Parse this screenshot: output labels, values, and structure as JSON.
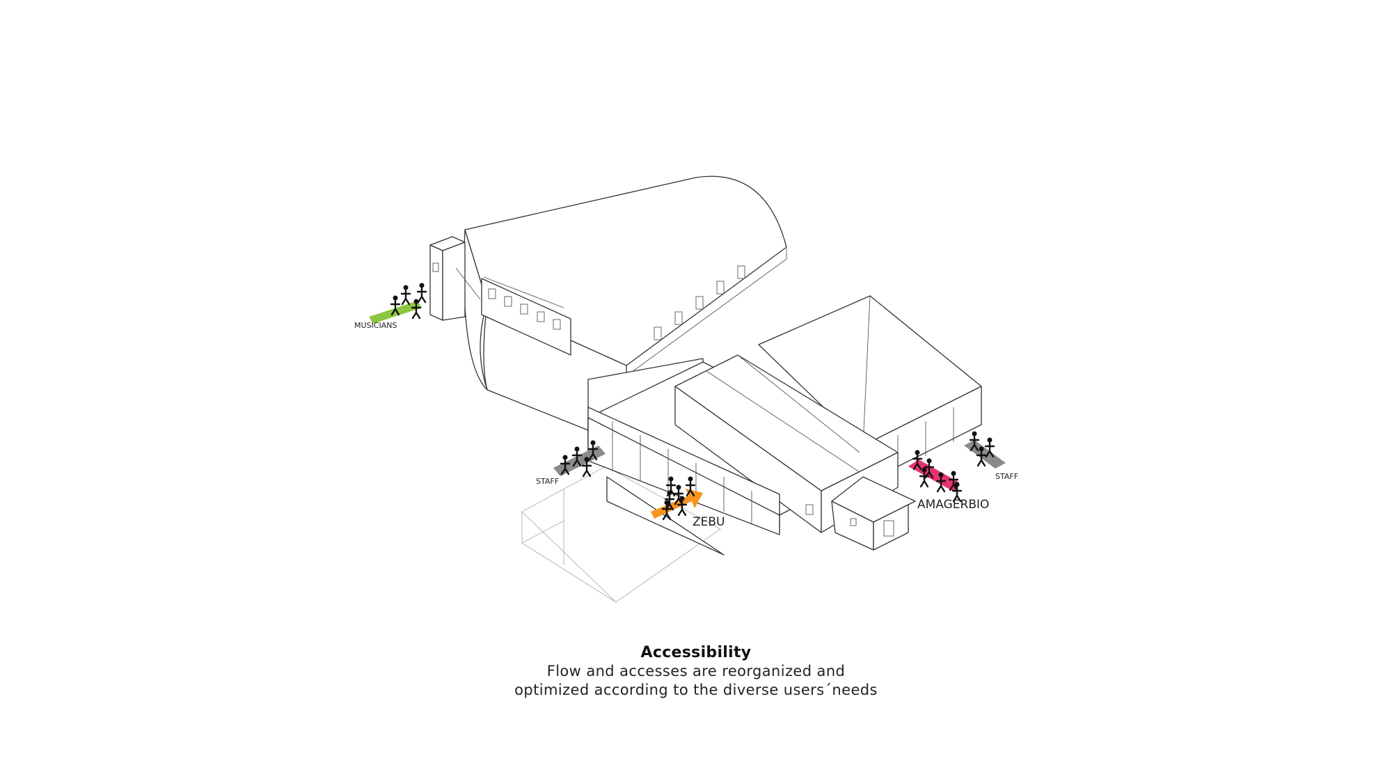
{
  "caption": {
    "title": "Accessibility",
    "line1": "Flow and accesses are reorganized and",
    "line2": "optimized according to the diverse users´needs"
  },
  "access_points": [
    {
      "label": "MUSICIANS",
      "color": "#8cc63f"
    },
    {
      "label": "STAFF",
      "color": "#8a8a8a"
    },
    {
      "label": "ZEBU",
      "color": "#f7931e"
    },
    {
      "label": "AMAGERBIO",
      "color": "#e8336d"
    },
    {
      "label": "STAFF",
      "color": "#8a8a8a"
    }
  ]
}
